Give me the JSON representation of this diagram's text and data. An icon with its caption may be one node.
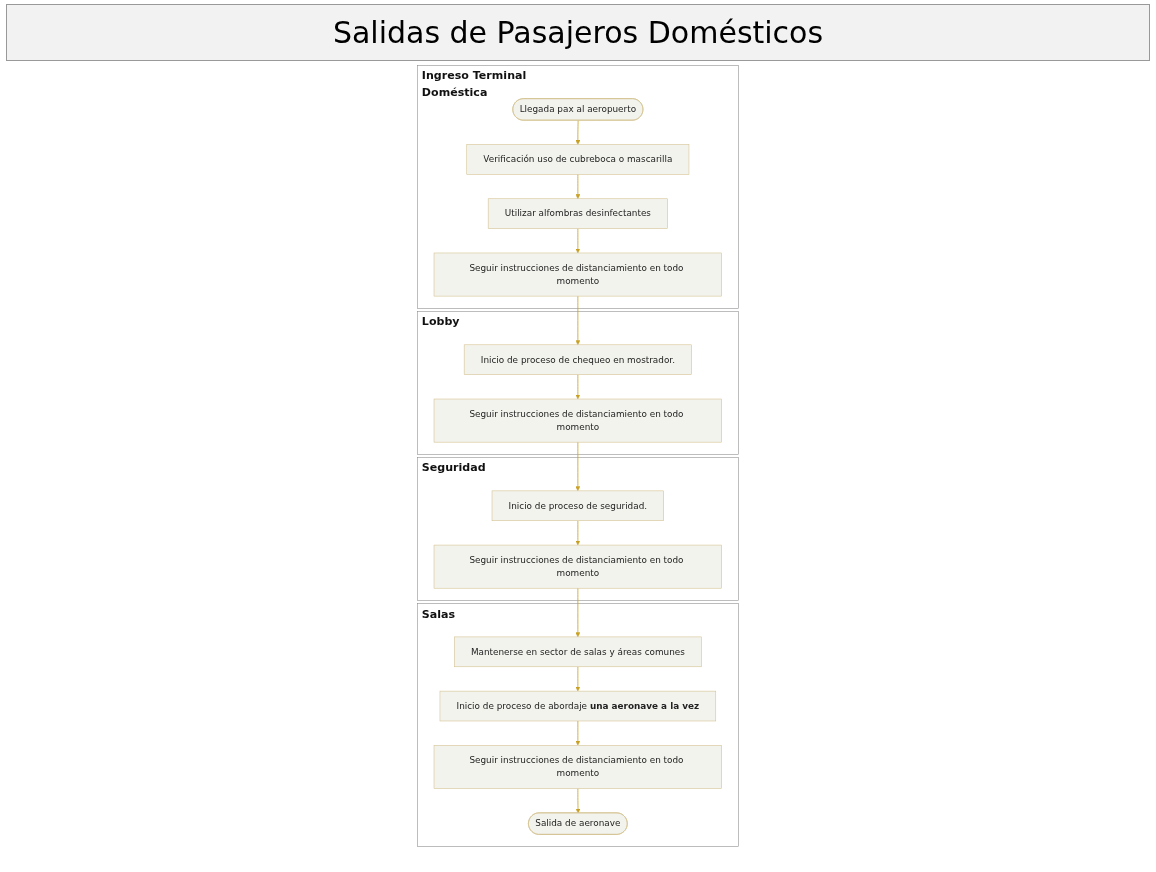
{
  "diagram": {
    "title": "Salidas de Pasajeros Domésticos",
    "nodes": [
      {
        "text": [
          "Ingreso Terminal Doméstica"
        ]
      },
      {
        "text": [
          "Llegada pax al aeropuerto"
        ],
        "in": 0
      },
      {
        "text": [
          "Verificación uso de cubreboca o mascarilla"
        ],
        "in": 0
      },
      {
        "text": [
          "Utilizar alfombras desinfectantes"
        ],
        "in": 0
      },
      {
        "text": [
          "Seguir instrucciones de distanciamiento en todo momento"
        ],
        "in": 0
      },
      {
        "text": [
          "Lobby"
        ]
      },
      {
        "text": [
          "Inicio de proceso de chequeo en mostrador."
        ],
        "in": 5
      },
      {
        "text": [
          "Seguir instrucciones de distanciamiento en todo momento"
        ],
        "in": 5
      },
      {
        "text": [
          "Seguridad"
        ]
      },
      {
        "text": [
          "Inicio de proceso de seguridad."
        ],
        "in": 8
      },
      {
        "text": [
          "Seguir instrucciones de distanciamiento en todo momento"
        ],
        "in": 8
      },
      {
        "text": [
          "Salas"
        ]
      },
      {
        "text": [
          "Mantenerse en sector de salas y áreas comunes"
        ],
        "in": 11
      },
      {
        "text": [
          "Inicio de proceso de abordaje **una aeronave a la vez**"
        ],
        "in": 11
      },
      {
        "text": [
          "Seguir instrucciones de distanciamiento en todo momento"
        ],
        "in": 11
      },
      {
        "text": [
          "Salida de aeronave"
        ],
        "in": 11
      }
    ],
    "edges": [
      {
        "from": 1,
        "to": 2,
        "arrow": "to"
      },
      {
        "from": 2,
        "to": 3,
        "arrow": "to"
      },
      {
        "from": 3,
        "to": 4,
        "arrow": "to"
      },
      {
        "from": 4,
        "to": 6,
        "arrow": "to"
      },
      {
        "from": 6,
        "to": 7,
        "arrow": "to"
      },
      {
        "from": 7,
        "to": 9,
        "arrow": "to"
      },
      {
        "from": 9,
        "to": 10,
        "arrow": "to"
      },
      {
        "from": 10,
        "to": 12,
        "arrow": "to"
      },
      {
        "from": 12,
        "to": 13,
        "arrow": "to"
      },
      {
        "from": 13,
        "to": 14,
        "arrow": "to"
      },
      {
        "from": 14,
        "to": 15,
        "arrow": "to"
      }
    ]
  }
}
